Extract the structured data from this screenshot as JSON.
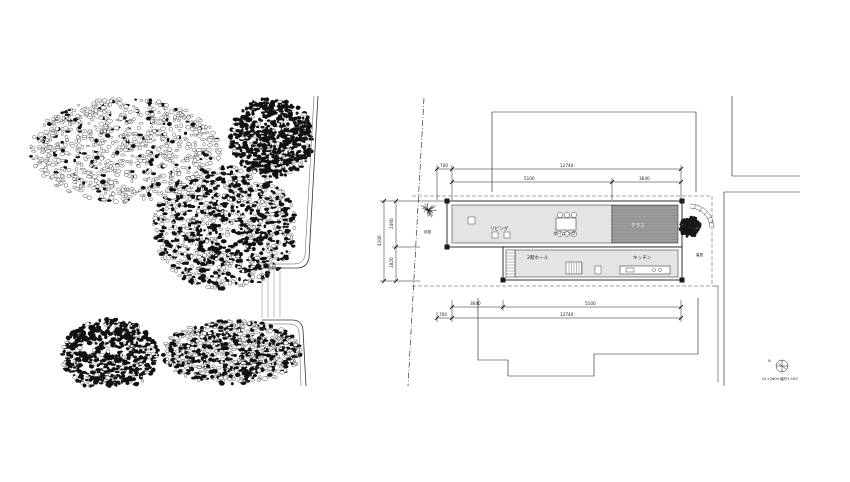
{
  "plan": {
    "room_labels": {
      "living": "リビング",
      "dining": "ダイニング",
      "terrace": "テラス",
      "hall": "2階ホール",
      "kitchen": "キッチン",
      "entrance_left": "前庭",
      "entrance_right": "裏庭"
    },
    "dimensions": {
      "top_offset": "700",
      "top_total": "12740",
      "top_left_span": "5100",
      "top_right_span": "3640",
      "bottom_left_span": "3640",
      "bottom_right_span": "5100",
      "bottom_offset": "700",
      "bottom_total": "12740",
      "left_total": "4100",
      "left_upper": "2460",
      "left_lower": "1820"
    },
    "legend": {
      "north_label": "N",
      "scale_note": "GL+2600  縮尺1:100"
    }
  },
  "colors": {
    "line": "#1a1a1a",
    "floor_fill": "#e4e4e4",
    "deck_fill": "#8f8f8f",
    "tree_ink": "#111111"
  }
}
